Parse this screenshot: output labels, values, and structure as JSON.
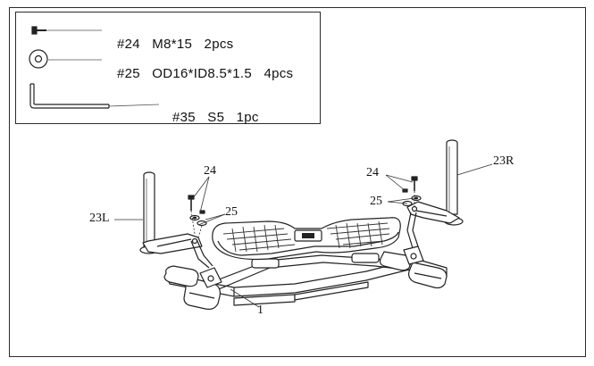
{
  "parts": [
    {
      "icon": "bolt-icon",
      "number": "#24",
      "name": "M8*15",
      "qty": "2pcs"
    },
    {
      "icon": "washer-icon",
      "number": "#25",
      "name": "OD16*ID8.5*1.5",
      "qty": "4pcs"
    },
    {
      "icon": "hex-key-icon",
      "number": "#35",
      "name": "S5",
      "qty": "1pc"
    }
  ],
  "callouts": {
    "bolt_left": "24",
    "washer_left": "25",
    "leg_left": "23L",
    "bolt_right": "24",
    "washer_right": "25",
    "leg_right": "23R",
    "frame": "1"
  }
}
